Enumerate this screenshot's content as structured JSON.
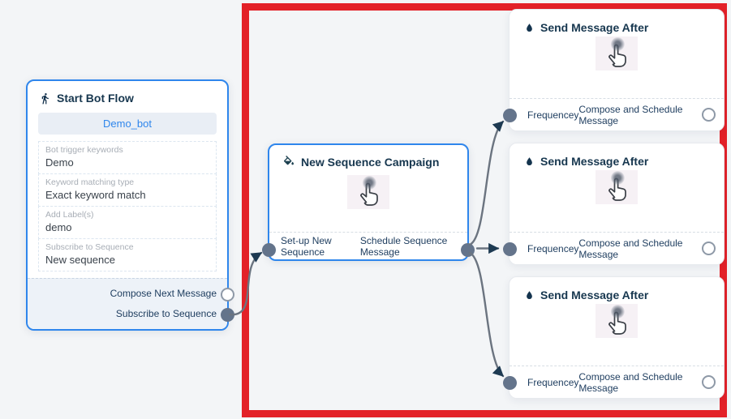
{
  "canvas": {
    "background": "#f3f5f7",
    "highlight_color": "#e32128",
    "connector_color": "#6b7480",
    "port_filled_color": "#64748b",
    "arrow_color": "#1d3a52",
    "active_border_color": "#2f86ec"
  },
  "start_node": {
    "icon": "walking-person-icon",
    "title": "Start Bot Flow",
    "bot_name": "Demo_bot",
    "fields": [
      {
        "label": "Bot trigger keywords",
        "value": "Demo"
      },
      {
        "label": "Keyword matching type",
        "value": "Exact keyword match"
      },
      {
        "label": "Add Label(s)",
        "value": "demo"
      },
      {
        "label": "Subscribe to Sequence",
        "value": "New sequence"
      }
    ],
    "outputs": [
      {
        "label": "Compose Next Message",
        "connected": false
      },
      {
        "label": "Subscribe to Sequence",
        "connected": true
      }
    ]
  },
  "campaign_node": {
    "icon": "paint-bucket-icon",
    "title": "New Sequence Campaign",
    "hand_icon": "hand-pointer-icon",
    "footer": {
      "left_label": "Set-up New Sequence",
      "right_label": "Schedule Sequence Message"
    }
  },
  "send_nodes": [
    {
      "icon": "water-drop-icon",
      "title": "Send Message After",
      "hand_icon": "hand-pointer-icon",
      "footer": {
        "left_label": "Frequencey",
        "right_label": "Compose and Schedule Message"
      }
    },
    {
      "icon": "water-drop-icon",
      "title": "Send Message After",
      "hand_icon": "hand-pointer-icon",
      "footer": {
        "left_label": "Frequencey",
        "right_label": "Compose and Schedule Message"
      }
    },
    {
      "icon": "water-drop-icon",
      "title": "Send Message After",
      "hand_icon": "hand-pointer-icon",
      "footer": {
        "left_label": "Frequencey",
        "right_label": "Compose and Schedule Message"
      }
    }
  ]
}
